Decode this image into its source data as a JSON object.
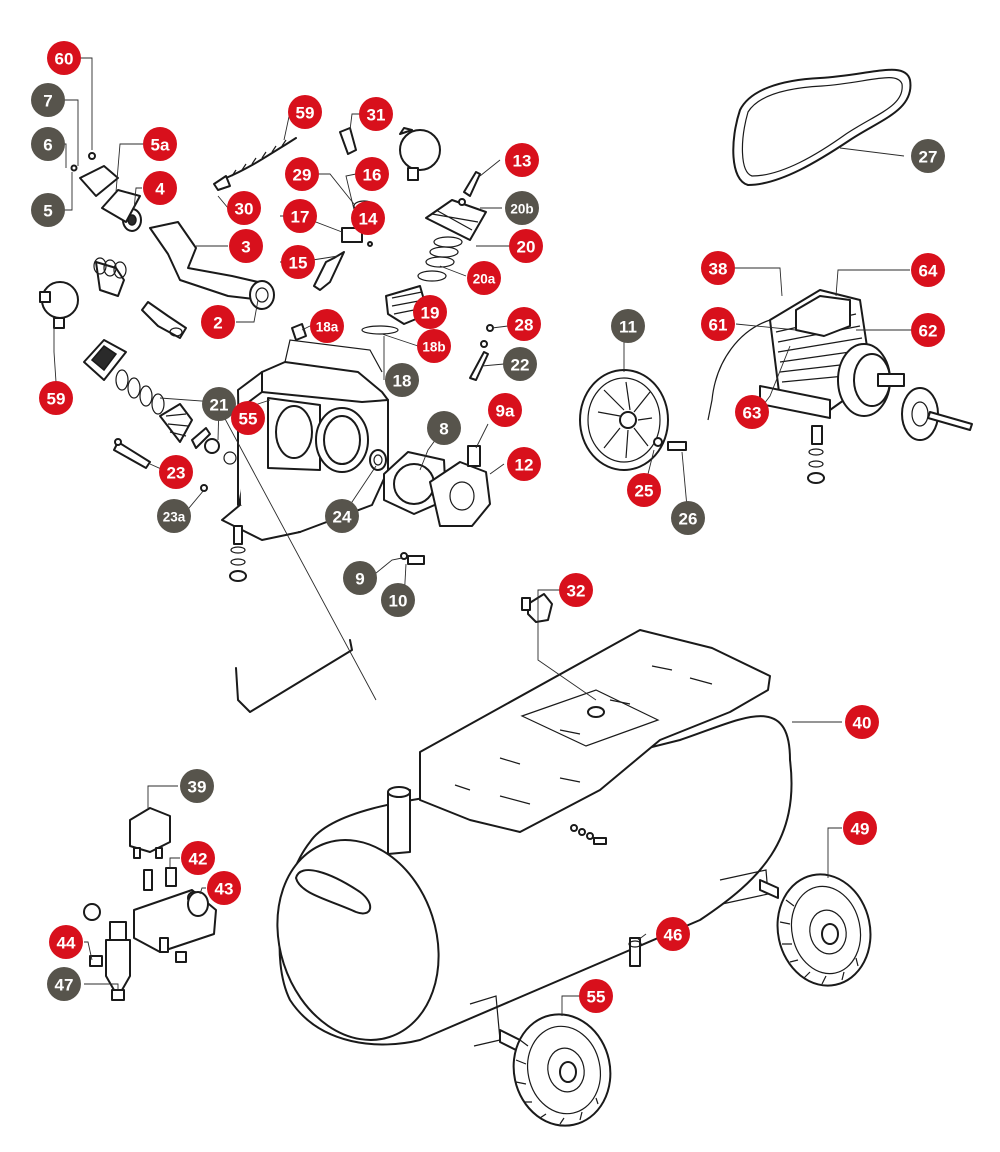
{
  "colors": {
    "primary_callout": "#d8101c",
    "secondary_callout": "#57544c",
    "line": "#1a1a1a",
    "background": "#ffffff"
  },
  "callouts": [
    {
      "label": "60",
      "style": "primary"
    },
    {
      "label": "7",
      "style": "secondary"
    },
    {
      "label": "6",
      "style": "secondary"
    },
    {
      "label": "5",
      "style": "secondary"
    },
    {
      "label": "5a",
      "style": "primary"
    },
    {
      "label": "4",
      "style": "primary"
    },
    {
      "label": "3",
      "style": "primary"
    },
    {
      "label": "2",
      "style": "primary"
    },
    {
      "label": "59",
      "style": "primary"
    },
    {
      "label": "59",
      "style": "primary"
    },
    {
      "label": "31",
      "style": "primary"
    },
    {
      "label": "30",
      "style": "primary"
    },
    {
      "label": "29",
      "style": "primary"
    },
    {
      "label": "16",
      "style": "primary"
    },
    {
      "label": "17",
      "style": "primary"
    },
    {
      "label": "14",
      "style": "primary"
    },
    {
      "label": "15",
      "style": "primary"
    },
    {
      "label": "13",
      "style": "primary"
    },
    {
      "label": "20b",
      "style": "secondary"
    },
    {
      "label": "20",
      "style": "primary"
    },
    {
      "label": "20a",
      "style": "primary"
    },
    {
      "label": "19",
      "style": "primary"
    },
    {
      "label": "18b",
      "style": "primary"
    },
    {
      "label": "18",
      "style": "secondary"
    },
    {
      "label": "18a",
      "style": "primary"
    },
    {
      "label": "28",
      "style": "primary"
    },
    {
      "label": "22",
      "style": "secondary"
    },
    {
      "label": "21",
      "style": "secondary"
    },
    {
      "label": "23",
      "style": "primary"
    },
    {
      "label": "23a",
      "style": "secondary"
    },
    {
      "label": "24",
      "style": "secondary"
    },
    {
      "label": "8",
      "style": "secondary"
    },
    {
      "label": "9a",
      "style": "primary"
    },
    {
      "label": "12",
      "style": "primary"
    },
    {
      "label": "9",
      "style": "secondary"
    },
    {
      "label": "10",
      "style": "secondary"
    },
    {
      "label": "11",
      "style": "secondary"
    },
    {
      "label": "25",
      "style": "primary"
    },
    {
      "label": "26",
      "style": "secondary"
    },
    {
      "label": "27",
      "style": "secondary"
    },
    {
      "label": "38",
      "style": "primary"
    },
    {
      "label": "64",
      "style": "primary"
    },
    {
      "label": "61",
      "style": "primary"
    },
    {
      "label": "62",
      "style": "primary"
    },
    {
      "label": "63",
      "style": "primary"
    },
    {
      "label": "32",
      "style": "primary"
    },
    {
      "label": "40",
      "style": "primary"
    },
    {
      "label": "39",
      "style": "secondary"
    },
    {
      "label": "42",
      "style": "primary"
    },
    {
      "label": "43",
      "style": "primary"
    },
    {
      "label": "44",
      "style": "primary"
    },
    {
      "label": "47",
      "style": "secondary"
    },
    {
      "label": "46",
      "style": "primary"
    },
    {
      "label": "49",
      "style": "primary"
    },
    {
      "label": "55",
      "style": "primary"
    },
    {
      "label": "55",
      "style": "primary"
    }
  ]
}
